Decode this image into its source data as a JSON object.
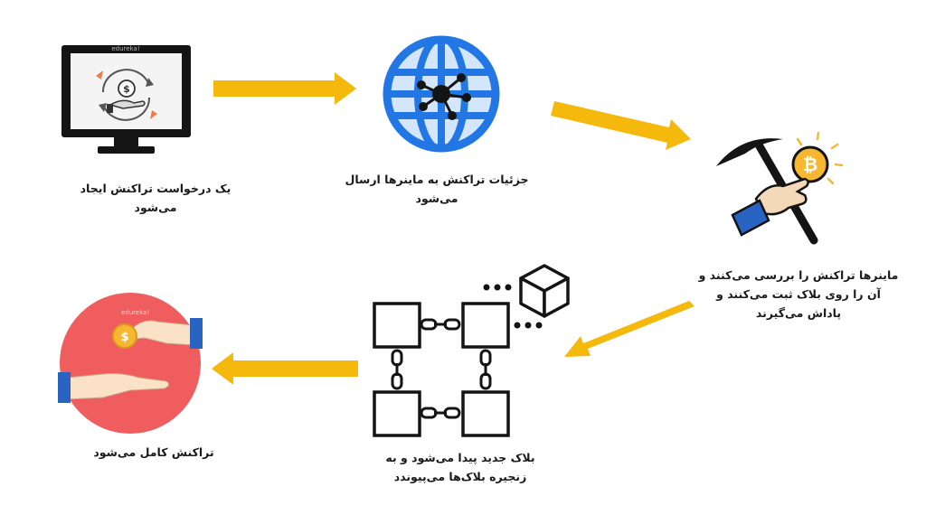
{
  "steps": [
    {
      "text": "یک درخواست تراکنش ایجاد\nمی‌شود"
    },
    {
      "text": "جزئیات تراکنش به ماینرها ارسال\nمی‌شود"
    },
    {
      "text": "ماینرها تراکنش را بررسی می‌کنند و\nآن را روی بلاک ثبت می‌کنند و\nپاداش می‌گیرند"
    },
    {
      "text": "بلاک جدید پیدا می‌شود و به\nزنجیره بلاک‌ها می‌پیوندد"
    },
    {
      "text": "تراکنش کامل می‌شود"
    }
  ],
  "icons": {
    "monitor": {
      "watermark": "edureka!",
      "symbol": "$"
    },
    "coin": {
      "symbol": "$",
      "watermark": "edureka!"
    },
    "bitcoin": {
      "symbol": "₿"
    }
  },
  "colors": {
    "arrow": "#f5b80d",
    "globe_blue": "#2277e5",
    "globe_light": "#d4e6fb",
    "coin_bg": "#f05d5e",
    "sleeve": "#2a64c3",
    "gold": "#f7b731"
  }
}
